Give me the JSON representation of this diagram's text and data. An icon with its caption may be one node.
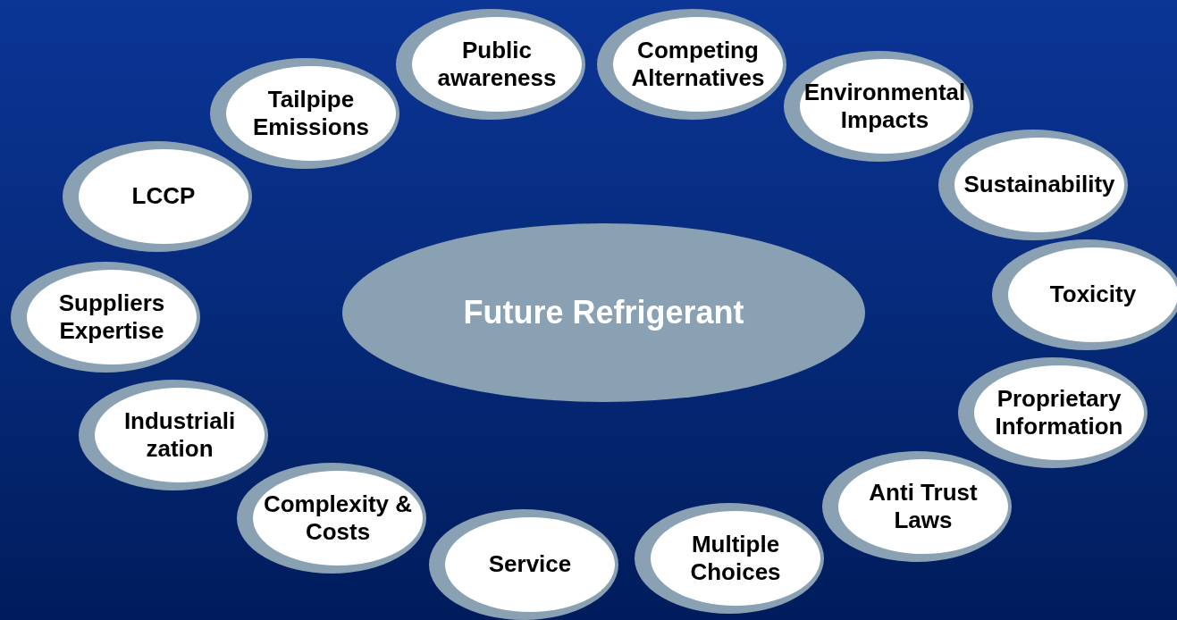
{
  "diagram": {
    "nodes": [
      {
        "text": [
          "Future Refrigerant"
        ]
      },
      {
        "text": [
          "Public awareness"
        ]
      },
      {
        "text": [
          "Competing Alternatives"
        ]
      },
      {
        "text": [
          "Environmental Impacts"
        ]
      },
      {
        "text": [
          "Sustainability"
        ]
      },
      {
        "text": [
          "Toxicity"
        ]
      },
      {
        "text": [
          "Proprietary Information"
        ]
      },
      {
        "text": [
          "Anti Trust Laws"
        ]
      },
      {
        "text": [
          "Multiple Choices"
        ]
      },
      {
        "text": [
          "Service"
        ]
      },
      {
        "text": [
          "Complexity & Costs"
        ]
      },
      {
        "text": [
          "Industrialization"
        ]
      },
      {
        "text": [
          "Suppliers Expertise"
        ]
      },
      {
        "text": [
          "LCCP"
        ]
      },
      {
        "text": [
          "Tailpipe Emissions"
        ]
      }
    ]
  }
}
